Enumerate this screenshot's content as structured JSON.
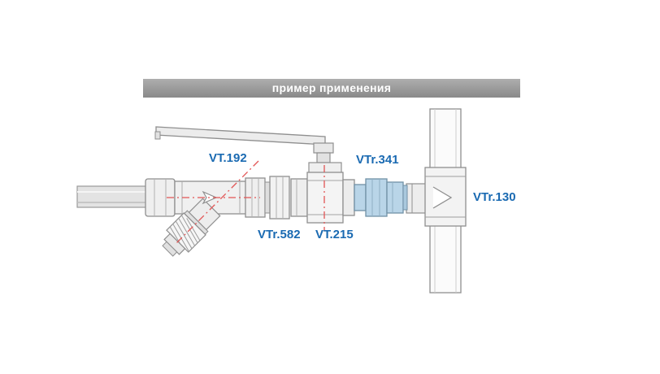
{
  "banner": {
    "title": "пример применения"
  },
  "parts": {
    "vt192": {
      "code": "VT.192"
    },
    "vtr341": {
      "code": "VTr.341"
    },
    "vtr130": {
      "code": "VTr.130"
    },
    "vtr582": {
      "code": "VTr.582"
    },
    "vt215": {
      "code": "VT.215"
    }
  },
  "colors": {
    "label_text": "#1a6ab2",
    "banner_text": "#ffffff",
    "banner_gray": "#9a9a9a",
    "highlight_fitting_blue": "#b9d5e8",
    "centerline_red": "#e25555",
    "metal_outline": "#8f8f8f"
  }
}
